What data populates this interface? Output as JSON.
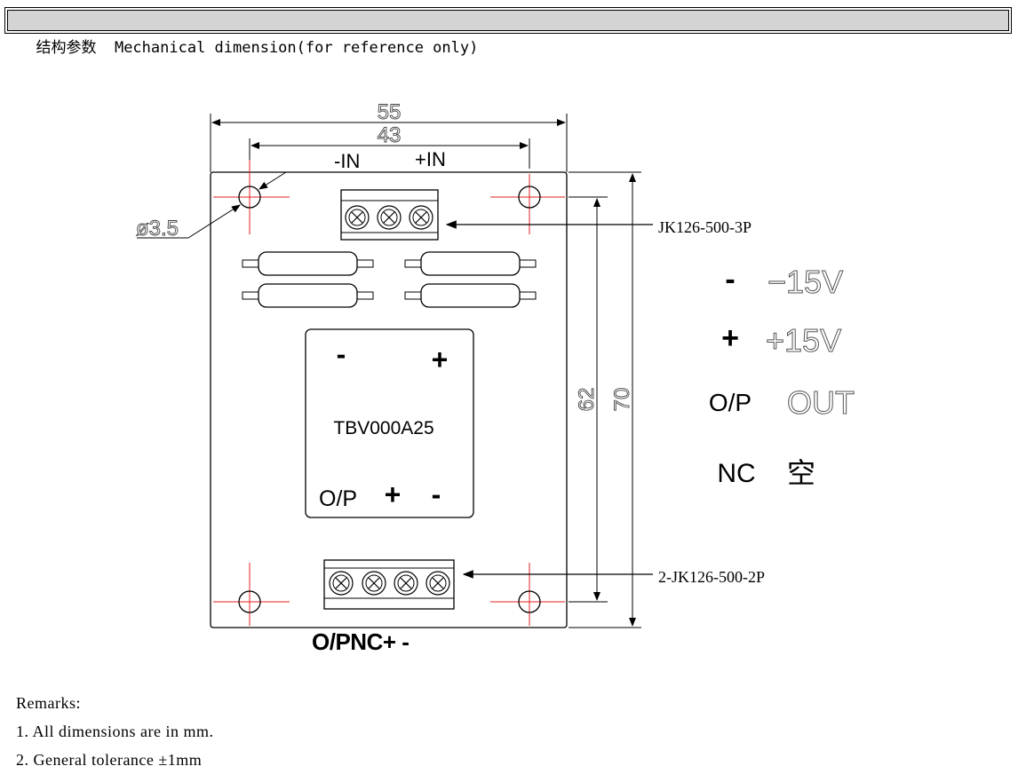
{
  "header": {
    "title": "结构参数  Mechanical dimension(for reference only)"
  },
  "drawing": {
    "dim_width": "55",
    "dim_hole_span_h": "43",
    "dim_height": "70",
    "dim_hole_span_v": "62",
    "hole_diameter": "ø3.5",
    "input_minus": "-IN",
    "input_plus": "+IN",
    "connector_top": "JK126-500-3P",
    "connector_bottom": "2-JK126-500-2P",
    "module_minus": "-",
    "module_plus": "+",
    "module_name": "TBV000A25",
    "module_op": "O/P",
    "module_bottom_plus": "+",
    "module_bottom_minus": "-",
    "bottom_terminal_label": "O/PNC+ -"
  },
  "legend": [
    {
      "symbol": "-",
      "meaning": "−15V"
    },
    {
      "symbol": "+",
      "meaning": "+15V"
    },
    {
      "symbol": "O/P",
      "meaning": "OUT"
    },
    {
      "symbol": "NC",
      "meaning": "空"
    }
  ],
  "remarks": {
    "title": "Remarks:",
    "items": [
      "1. All dimensions are in mm.",
      "2. General tolerance ±1mm"
    ]
  }
}
